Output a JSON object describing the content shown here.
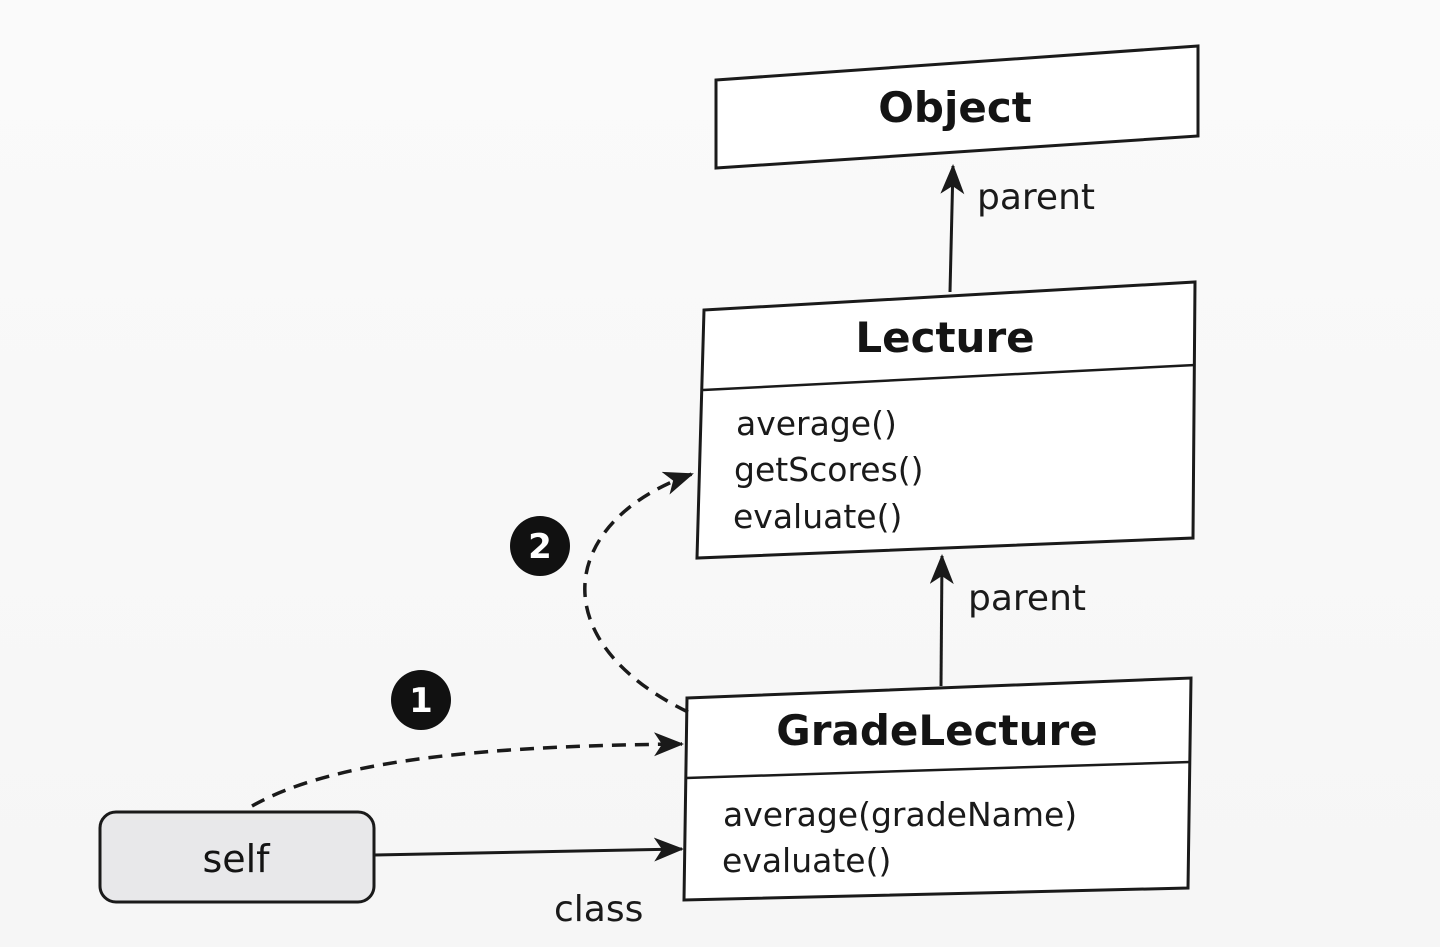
{
  "classes": {
    "object": {
      "name": "Object"
    },
    "lecture": {
      "name": "Lecture",
      "methods": [
        "average()",
        "getScores()",
        "evaluate()"
      ]
    },
    "grade_lecture": {
      "name": "GradeLecture",
      "methods": [
        "average(gradeName)",
        "evaluate()"
      ]
    }
  },
  "instance": {
    "name": "self"
  },
  "edges": {
    "lecture_to_object": "parent",
    "grade_to_lecture": "parent",
    "self_to_grade": "class"
  },
  "steps": [
    "1",
    "2"
  ]
}
